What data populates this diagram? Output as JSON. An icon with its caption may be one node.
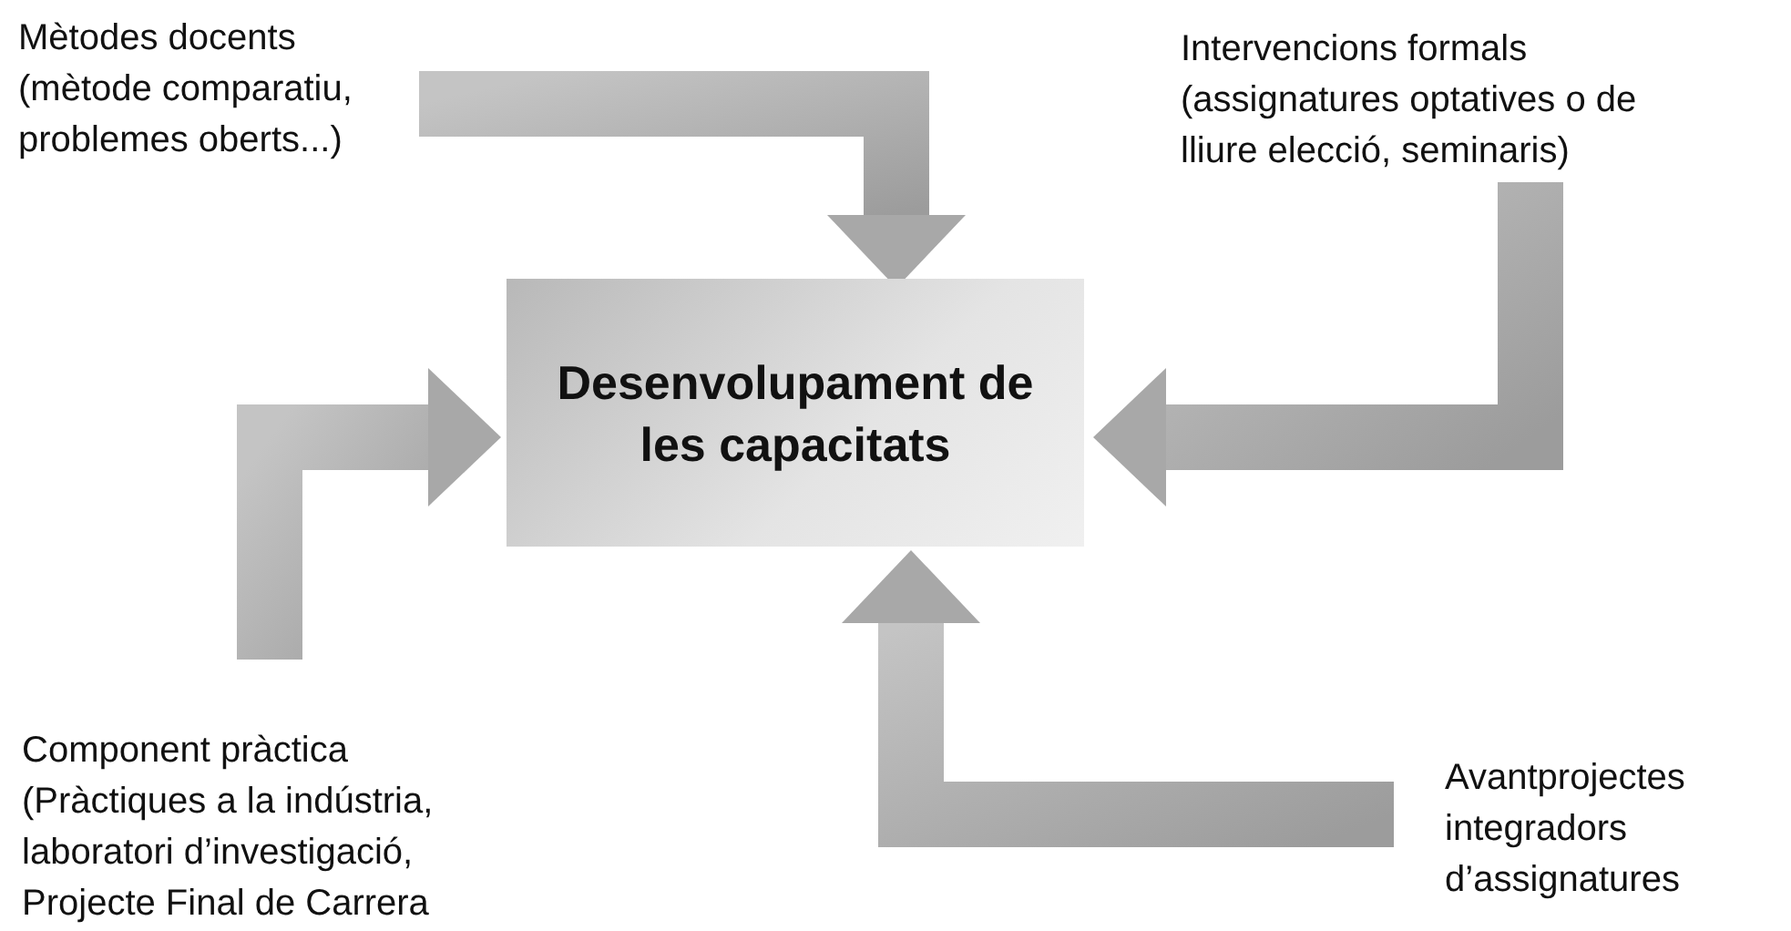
{
  "diagram": {
    "nodes": [
      {
        "text": [
          "Desenvolupament de les capacitats"
        ]
      },
      {
        "text": [
          "Mètodes docents",
          "(mètode comparatiu, problemes oberts...)"
        ]
      },
      {
        "text": [
          "Intervencions formals",
          "(assignatures optatives o de lliure elecció, seminaris)"
        ]
      },
      {
        "text": [
          "Component pràctica",
          "(Pràctiques a la indústria, laboratori d’investigació, Projecte Final de Carrera"
        ]
      },
      {
        "text": [
          "Avantprojectes integradors d’assignatures"
        ]
      }
    ],
    "edges": [
      {
        "from": 1,
        "to": 0,
        "arrow": "to",
        "style": "thick"
      },
      {
        "from": 2,
        "to": 0,
        "arrow": "to",
        "style": "thick"
      },
      {
        "from": 3,
        "to": 0,
        "arrow": "to",
        "style": "thick"
      },
      {
        "from": 4,
        "to": 0,
        "arrow": "to",
        "style": "thick"
      }
    ]
  }
}
